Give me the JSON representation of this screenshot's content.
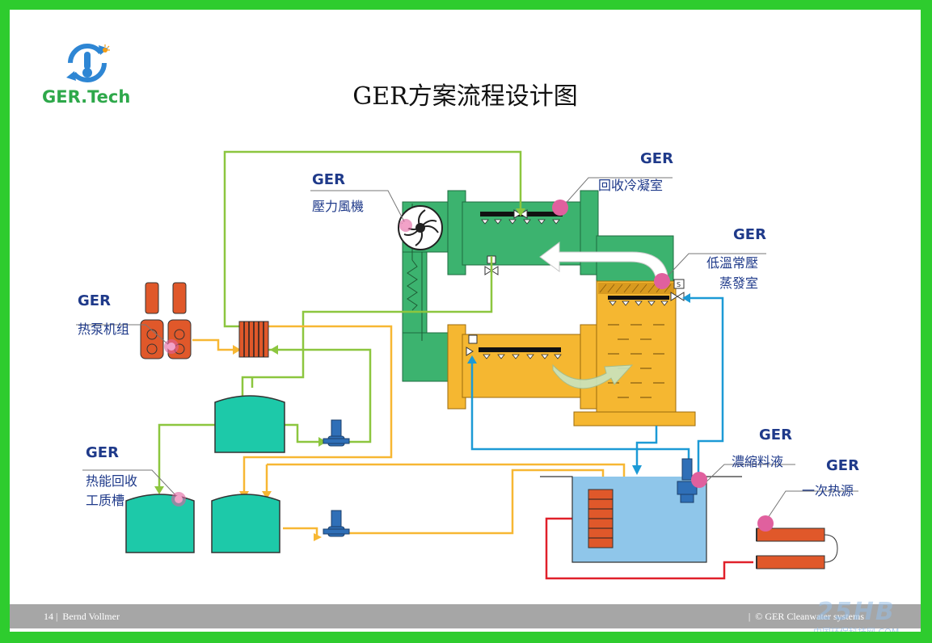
{
  "title": "GER方案流程设计图",
  "logo": {
    "text": "GER.Tech",
    "icon": "thermometer-recycle-icon"
  },
  "labels": {
    "fan": {
      "tag": "GER",
      "text": "壓力風機"
    },
    "condenser": {
      "tag": "GER",
      "text": "回收冷凝室"
    },
    "evaporator": {
      "tag": "GER",
      "line1": "低溫常壓",
      "line2": "蒸發室"
    },
    "heat_pump": {
      "tag": "GER",
      "text": "热泵机组"
    },
    "recovery_tank": {
      "tag": "GER",
      "line1": "热能回收",
      "line2": "工质槽"
    },
    "concentrate": {
      "tag": "GER",
      "text": "濃縮料液"
    },
    "primary_heat": {
      "tag": "GER",
      "text": "一次热源"
    }
  },
  "footer": {
    "page": "14",
    "author": "Bernd Vollmer",
    "copyright": "© GER Cleanwater systems"
  },
  "watermark": {
    "logo": "25HB",
    "text": "中国环保科技网.COM"
  },
  "colors": {
    "frame": "#2ecc2e",
    "green_chamber": "#3cb36f",
    "orange_chamber": "#f5b731",
    "tank_teal": "#1dc9a9",
    "pipe_green": "#8cc63f",
    "pipe_yellow": "#f7b733",
    "pipe_blue": "#1c9ad6",
    "pipe_red": "#e0202a",
    "hx_orange": "#e0582a",
    "pink_marker": "#e0609e",
    "water": "#8fc6ea"
  }
}
